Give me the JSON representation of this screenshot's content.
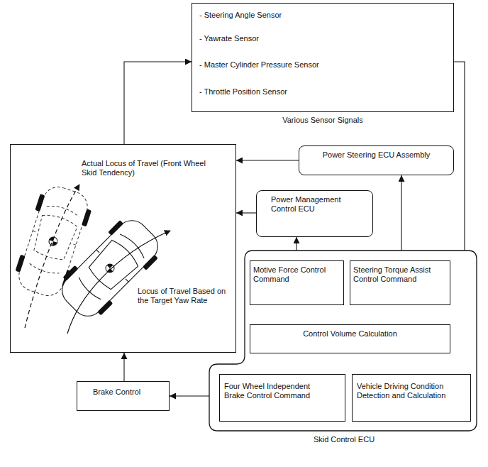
{
  "diagram": {
    "nodes": [
      {
        "text": [
          "- Steering Angle Sensor",
          "- Yawrate Sensor",
          "- Master Cylinder Pressure Sensor",
          "- Throttle Position Sensor",
          "Various Sensor Signals"
        ]
      },
      {
        "text": [
          "Actual Locus of Travel (Front Wheel Skid Tendency)",
          "Locus of Travel Based on the Target Yaw Rate"
        ]
      },
      {
        "text": [
          "Power Steering ECU Assembly"
        ]
      },
      {
        "text": [
          "Power Management Control ECU"
        ]
      },
      {
        "text": [
          "Skid Control ECU"
        ]
      },
      {
        "text": [
          "Motive Force Control Command"
        ],
        "in": 4
      },
      {
        "text": [
          "Steering Torque Assist Control Command"
        ],
        "in": 4
      },
      {
        "text": [
          "Control Volume Calculation"
        ],
        "in": 4
      },
      {
        "text": [
          "Four Wheel Independent Brake Control Command"
        ],
        "in": 4
      },
      {
        "text": [
          "Vehicle Driving Condition Detection and Calculation"
        ],
        "in": 4
      },
      {
        "text": [
          "Brake Control"
        ]
      }
    ],
    "edges": [
      {
        "from": 1,
        "to": 0,
        "arrow": "to"
      },
      {
        "from": 0,
        "to": 9,
        "arrow": "to"
      },
      {
        "from": 9,
        "to": 7,
        "arrow": "to"
      },
      {
        "from": 7,
        "to": 5,
        "arrow": "to"
      },
      {
        "from": 7,
        "to": 6,
        "arrow": "to"
      },
      {
        "from": 7,
        "to": 8,
        "arrow": "to"
      },
      {
        "from": 5,
        "to": 3,
        "arrow": "to"
      },
      {
        "from": 6,
        "to": 2,
        "arrow": "to"
      },
      {
        "from": 2,
        "to": 1,
        "arrow": "to"
      },
      {
        "from": 3,
        "to": 1,
        "arrow": "to"
      },
      {
        "from": 8,
        "to": 10,
        "arrow": "to"
      },
      {
        "from": 10,
        "to": 1,
        "arrow": "to"
      }
    ]
  }
}
